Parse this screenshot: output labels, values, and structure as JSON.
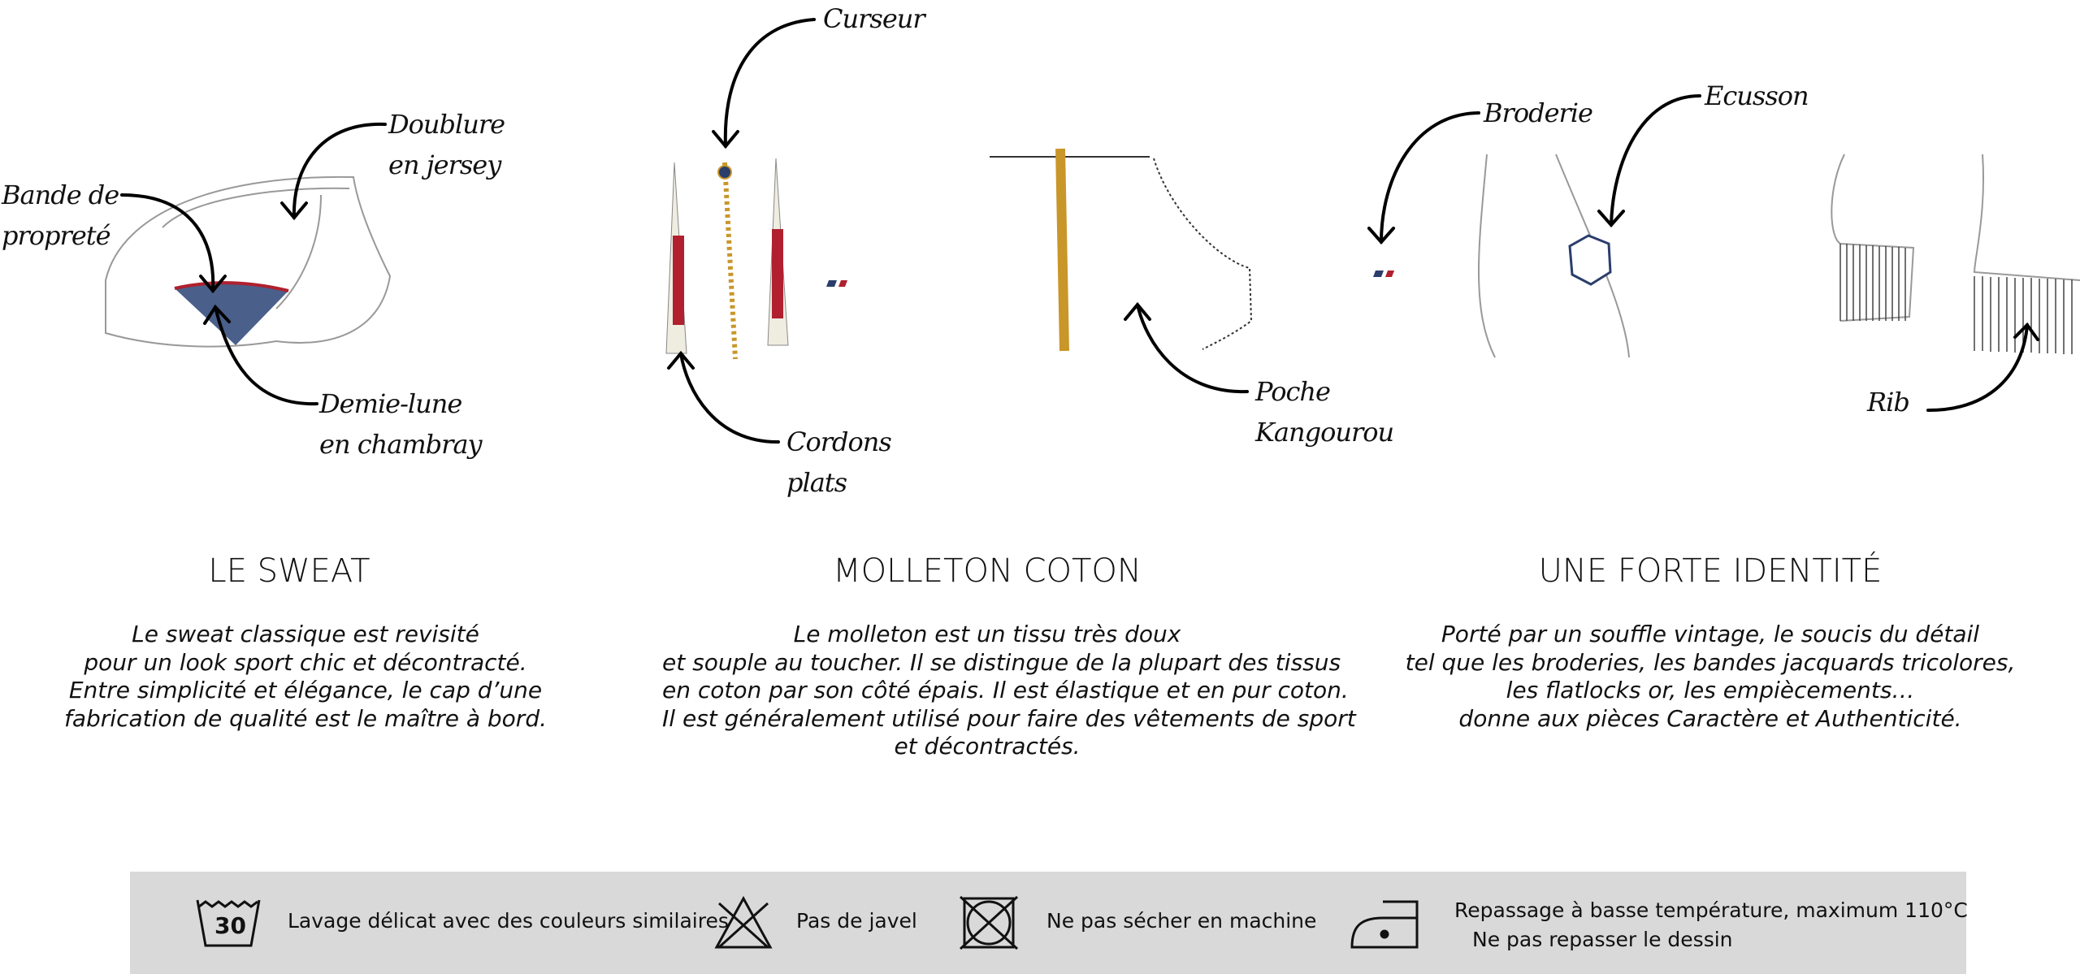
{
  "annotations": {
    "curseur": "Curseur",
    "doublure": [
      "Doublure",
      "en jersey"
    ],
    "bande": [
      "Bande de",
      "propreté"
    ],
    "demie_lune": [
      "Demie-lune",
      "en chambray"
    ],
    "cordons": [
      "Cordons",
      "plats"
    ],
    "poche": [
      "Poche",
      "Kangourou"
    ],
    "broderie": "Broderie",
    "ecusson": "Ecusson",
    "rib": "Rib"
  },
  "sections": [
    {
      "title": "LE SWEAT",
      "lines": [
        "Le sweat classique est revisité",
        "pour un look sport chic et décontracté.",
        "Entre simplicité et élégance, le cap d’une",
        "fabrication de qualité est le maître à bord."
      ]
    },
    {
      "title": "MOLLETON COTON",
      "lines": [
        "Le molleton est un tissu très doux",
        "et souple au toucher. Il se distingue de la plupart des tissus",
        "en coton par son côté épais. Il est élastique et en pur coton.",
        "Il est généralement utilisé pour faire des vêtements de sport",
        "et décontractés."
      ]
    },
    {
      "title": "UNE FORTE IDENTITÉ",
      "lines": [
        "Porté par un souffle vintage, le soucis du détail",
        "tel que les broderies, les bandes jacquards tricolores,",
        "les flatlocks or, les empiècements…",
        "donne aux pièces Caractère et Authenticité."
      ]
    }
  ],
  "care": {
    "wash_temp": "30",
    "wash": "Lavage délicat avec des couleurs similaires",
    "bleach": "Pas de javel",
    "dryer": "Ne pas sécher en machine",
    "iron": "Repassage à basse température, maximum 110°C",
    "iron_note": "Ne pas repasser le dessin"
  },
  "colors": {
    "navy": "#2b3e6b",
    "red": "#b0202e",
    "gold": "#c9962a",
    "cream": "#efece0",
    "band": "#d9d9d9"
  }
}
